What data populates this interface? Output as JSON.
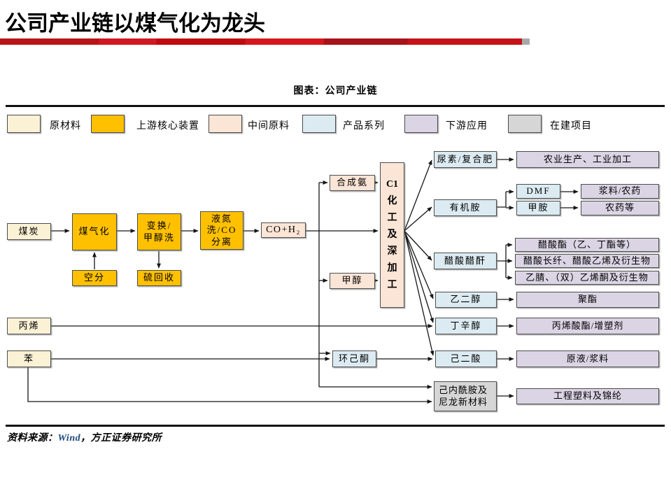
{
  "page": {
    "title": "公司产业链以煤气化为龙头",
    "chart_caption": "图表：公司产业链",
    "source": {
      "prefix": "资料来源：",
      "wind": "Wind",
      "rest": "，方正证券研究所"
    }
  },
  "colors": {
    "raw": "#FBF1D5",
    "core": "#FFC000",
    "intermediate": "#FBE5D6",
    "product": "#DCEBF2",
    "downstream": "#DAD4E4",
    "construction": "#D6D6D6",
    "accent_red": "#C00000",
    "bar_tip_gray": "#A9A9A9",
    "source_blue": "#1F497D"
  },
  "legend": {
    "items": [
      {
        "label": "原材料",
        "category": "raw"
      },
      {
        "label": "上游核心装置",
        "category": "core"
      },
      {
        "label": "中间原料",
        "category": "intermediate"
      },
      {
        "label": "产品系列",
        "category": "product"
      },
      {
        "label": "下游应用",
        "category": "downstream"
      },
      {
        "label": "在建项目",
        "category": "construction"
      }
    ]
  },
  "diagram": {
    "nodes": {
      "coal": {
        "label": "煤炭",
        "category": "raw"
      },
      "propylene": {
        "label": "丙烯",
        "category": "raw"
      },
      "benzene": {
        "label": "苯",
        "category": "raw"
      },
      "gasification": {
        "label": "煤气化",
        "category": "core"
      },
      "air_separation": {
        "label": "空分",
        "category": "core"
      },
      "shift_wash": {
        "label": "变换/甲醇洗",
        "category": "core"
      },
      "sulfur": {
        "label": "硫回收",
        "category": "core"
      },
      "ln_wash": {
        "label": "液氮洗/CO分离",
        "category": "core"
      },
      "co_h2": {
        "label": "CO+H₂",
        "category": "intermediate"
      },
      "syn_ammonia": {
        "label": "合成氨",
        "category": "intermediate"
      },
      "methanol": {
        "label": "甲醇",
        "category": "intermediate"
      },
      "c1": {
        "label": "C1化工及深加工",
        "category": "intermediate"
      },
      "urea": {
        "label": "尿素/复合肥",
        "category": "product"
      },
      "organic_amine": {
        "label": "有机胺",
        "category": "product"
      },
      "dmf": {
        "label": "DMF",
        "category": "product"
      },
      "methylamine": {
        "label": "甲胺",
        "category": "product"
      },
      "acetic": {
        "label": "醋酸醋酐",
        "category": "product"
      },
      "meg": {
        "label": "乙二醇",
        "category": "product"
      },
      "butanol": {
        "label": "丁辛醇",
        "category": "product"
      },
      "adipic": {
        "label": "己二酸",
        "category": "product"
      },
      "cyclohexanone": {
        "label": "环己酮",
        "category": "product"
      },
      "caprolactam": {
        "label": "己内酰胺及尼龙新材料",
        "category": "construction"
      },
      "agri": {
        "label": "农业生产、工业加工",
        "category": "downstream"
      },
      "pulp_pesticide": {
        "label": "浆料/农药",
        "category": "downstream"
      },
      "pesticide_etc": {
        "label": "农药等",
        "category": "downstream"
      },
      "acetate_esters": {
        "label": "醋酸酯（乙、丁酯等）",
        "category": "downstream"
      },
      "acetate_fiber": {
        "label": "醋酸长纤、醋酸乙烯及衍生物",
        "category": "downstream"
      },
      "acetonitrile": {
        "label": "乙腈、（双）乙烯酮及衍生物",
        "category": "downstream"
      },
      "polyester": {
        "label": "聚酯",
        "category": "downstream"
      },
      "acrylate": {
        "label": "丙烯酸酯/增塑剂",
        "category": "downstream"
      },
      "dope_pulp": {
        "label": "原液/浆料",
        "category": "downstream"
      },
      "eng_plastic": {
        "label": "工程塑料及锦纶",
        "category": "downstream"
      }
    }
  }
}
